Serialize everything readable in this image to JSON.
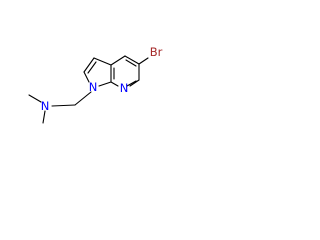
{
  "molecule": {
    "atoms": {
      "bromine": "Br",
      "pyrrole_nitrogen": "N",
      "pyridine_nitrogen": "N",
      "amine_nitrogen": "N"
    },
    "colors": {
      "bond": "#000000",
      "bromine": "#a52a2a",
      "nitrogen": "#0000ff",
      "background": "#ffffff"
    }
  }
}
